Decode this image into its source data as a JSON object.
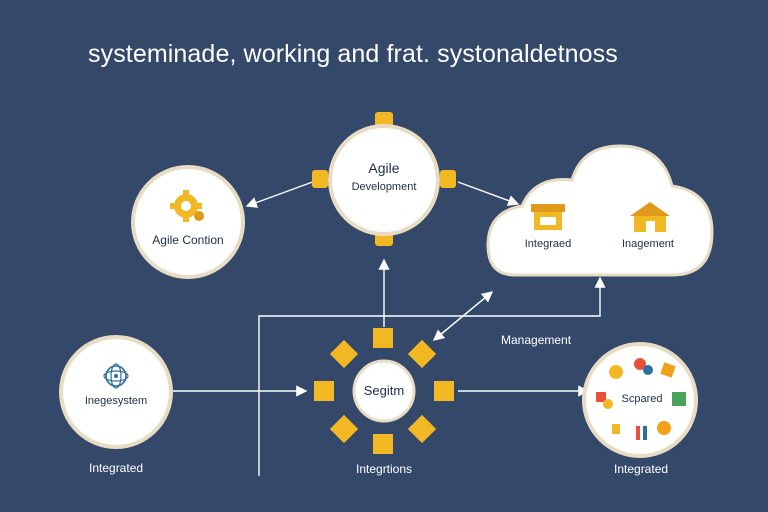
{
  "title": "systeminade, working and frat. systonaldetnoss",
  "nodes": {
    "agile_development": {
      "line1": "Agile",
      "line2": "Development"
    },
    "agile_contion": {
      "label": "Agile Contion"
    },
    "cloud": {
      "left_label": "Integraed",
      "right_label": "Inagement"
    },
    "image_system": {
      "label": "Inegesystem"
    },
    "segitm": {
      "label": "Segitm"
    },
    "scpared": {
      "label": "Scpared"
    }
  },
  "captions": {
    "management": "Management",
    "bottom_left": "Integrated",
    "bottom_center": "Integrtions",
    "bottom_right": "Integrated"
  },
  "colors": {
    "background": "#34486a",
    "accent": "#f2b824",
    "node_fill": "#ffffff",
    "node_ring": "#e8dcc4",
    "line": "#ffffff"
  }
}
